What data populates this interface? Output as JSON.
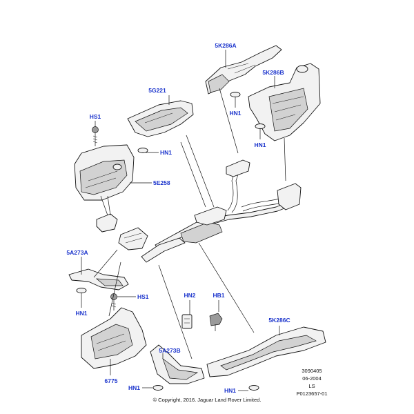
{
  "labels": {
    "k286a": "5K286A",
    "k286b": "5K286B",
    "g221": "5G221",
    "hn1_a": "HN1",
    "hn1_b": "HN1",
    "hn1_c": "HN1",
    "hs1_top": "HS1",
    "e258": "5E258",
    "a273a": "5A273A",
    "hn1_d": "HN1",
    "hs1_mid": "HS1",
    "hn2": "HN2",
    "hb1": "HB1",
    "k286c": "5K286C",
    "a273b": "5A273B",
    "p6775": "6775",
    "hn1_e": "HN1",
    "hn1_f": "HN1"
  },
  "meta": {
    "line1": "3090405",
    "line2": "06-2004",
    "line3": "LS",
    "line4": "P0123657-01"
  },
  "copyright": "© Copyright, 2016. Jaguar Land Rover Limited.",
  "colors": {
    "label": "#1a33cc",
    "line": "#111111"
  }
}
